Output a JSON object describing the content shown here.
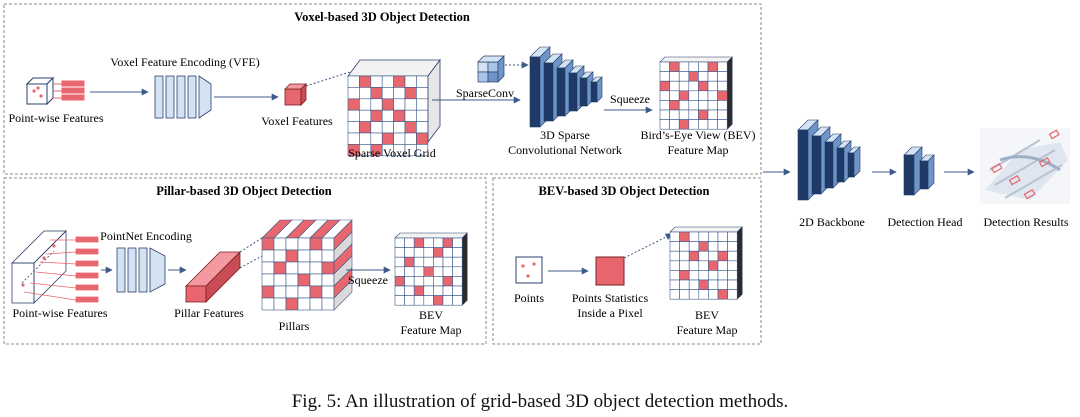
{
  "panels": {
    "voxel": {
      "title": "Voxel-based 3D Object Detection",
      "point_features": "Point-wise Features",
      "vfe": "Voxel Feature Encoding (VFE)",
      "voxel_features": "Voxel Features",
      "sparse_grid": "Sparse Voxel Grid",
      "sparse_conv": "SparseConv",
      "network_line1": "3D Sparse",
      "network_line2": "Convolutional Network",
      "squeeze": "Squeeze",
      "bev_line1": "Bird’s-Eye View (BEV)",
      "bev_line2": "Feature Map"
    },
    "pillar": {
      "title": "Pillar-based 3D Object Detection",
      "point_features": "Point-wise Features",
      "encoding": "PointNet Encoding",
      "pillar_features": "Pillar Features",
      "pillars": "Pillars",
      "squeeze": "Squeeze",
      "bev_line1": "BEV",
      "bev_line2": "Feature Map"
    },
    "bev": {
      "title": "BEV-based 3D Object Detection",
      "points": "Points",
      "stats_line1": "Points Statistics",
      "stats_line2": "Inside a Pixel",
      "bev_line1": "BEV",
      "bev_line2": "Feature Map"
    }
  },
  "pipeline": {
    "backbone": "2D Backbone",
    "head": "Detection Head",
    "results": "Detection Results"
  },
  "caption": "Fig. 5: An illustration of grid-based 3D object detection methods.",
  "colors": {
    "accent_red": "#e8666d",
    "light_red": "#f4a6ab",
    "block_light": "#d4e3f4",
    "block_dark": "#1f3a66",
    "block_mid": "#6f95c8",
    "arrow": "#3d5a8a"
  }
}
